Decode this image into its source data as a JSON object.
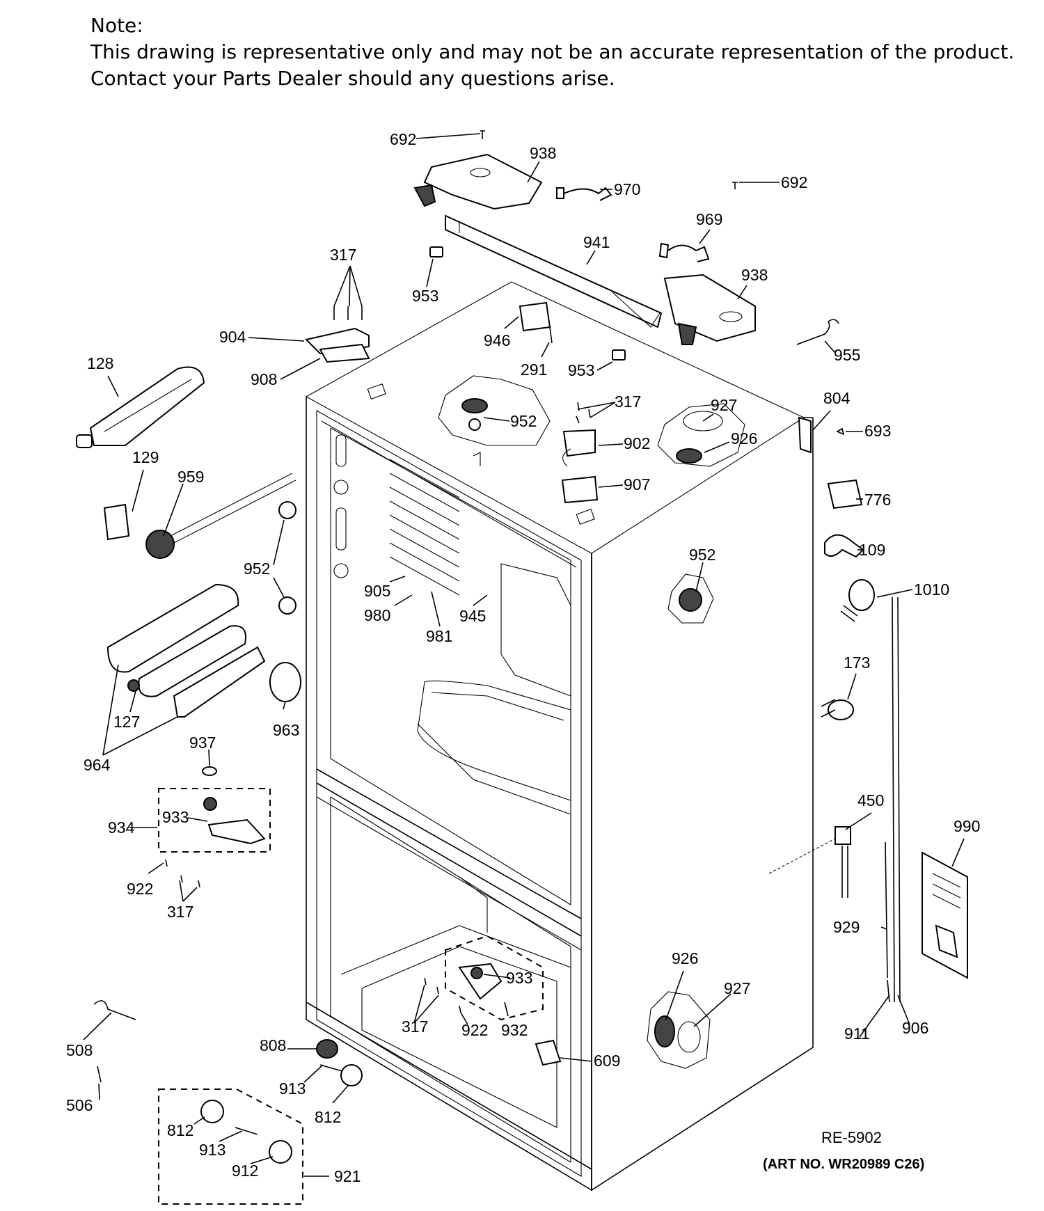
{
  "note": {
    "heading": "Note:",
    "line1": "This drawing is representative only and may not be an accurate representation of the product.",
    "line2": "Contact your Parts Dealer should any questions arise."
  },
  "ref_code": "RE-5902",
  "art_no": "(ART NO. WR20989 C26)",
  "callouts": [
    {
      "id": "l692a",
      "text": "692"
    },
    {
      "id": "l938a",
      "text": "938"
    },
    {
      "id": "l970",
      "text": "970"
    },
    {
      "id": "l692b",
      "text": "692"
    },
    {
      "id": "l969",
      "text": "969"
    },
    {
      "id": "l941",
      "text": "941"
    },
    {
      "id": "l938b",
      "text": "938"
    },
    {
      "id": "l317a",
      "text": "317"
    },
    {
      "id": "l953a",
      "text": "953"
    },
    {
      "id": "l904",
      "text": "904"
    },
    {
      "id": "l946",
      "text": "946"
    },
    {
      "id": "l955",
      "text": "955"
    },
    {
      "id": "l908",
      "text": "908"
    },
    {
      "id": "l291",
      "text": "291"
    },
    {
      "id": "l953b",
      "text": "953"
    },
    {
      "id": "l128",
      "text": "128"
    },
    {
      "id": "l804",
      "text": "804"
    },
    {
      "id": "l317b",
      "text": "317"
    },
    {
      "id": "l927a",
      "text": "927"
    },
    {
      "id": "l952a",
      "text": "952"
    },
    {
      "id": "l693",
      "text": "693"
    },
    {
      "id": "l926a",
      "text": "926"
    },
    {
      "id": "l902",
      "text": "902"
    },
    {
      "id": "l129",
      "text": "129"
    },
    {
      "id": "l959",
      "text": "959"
    },
    {
      "id": "l907",
      "text": "907"
    },
    {
      "id": "l776",
      "text": "776"
    },
    {
      "id": "l109",
      "text": "109"
    },
    {
      "id": "l952b",
      "text": "952"
    },
    {
      "id": "l952c",
      "text": "952"
    },
    {
      "id": "l905",
      "text": "905"
    },
    {
      "id": "l1010",
      "text": "1010"
    },
    {
      "id": "l980",
      "text": "980"
    },
    {
      "id": "l945",
      "text": "945"
    },
    {
      "id": "l981",
      "text": "981"
    },
    {
      "id": "l173",
      "text": "173"
    },
    {
      "id": "l127",
      "text": "127"
    },
    {
      "id": "l963",
      "text": "963"
    },
    {
      "id": "l937",
      "text": "937"
    },
    {
      "id": "l964",
      "text": "964"
    },
    {
      "id": "l450",
      "text": "450"
    },
    {
      "id": "l990",
      "text": "990"
    },
    {
      "id": "l933a",
      "text": "933"
    },
    {
      "id": "l934",
      "text": "934"
    },
    {
      "id": "l922a",
      "text": "922"
    },
    {
      "id": "l317c",
      "text": "317"
    },
    {
      "id": "l929",
      "text": "929"
    },
    {
      "id": "l926b",
      "text": "926"
    },
    {
      "id": "l927b",
      "text": "927"
    },
    {
      "id": "l933b",
      "text": "933"
    },
    {
      "id": "l317d",
      "text": "317"
    },
    {
      "id": "l922b",
      "text": "922"
    },
    {
      "id": "l932",
      "text": "932"
    },
    {
      "id": "l911",
      "text": "911"
    },
    {
      "id": "l906",
      "text": "906"
    },
    {
      "id": "l508",
      "text": "508"
    },
    {
      "id": "l808",
      "text": "808"
    },
    {
      "id": "l609",
      "text": "609"
    },
    {
      "id": "l506",
      "text": "506"
    },
    {
      "id": "l913a",
      "text": "913"
    },
    {
      "id": "l812a",
      "text": "812"
    },
    {
      "id": "l812b",
      "text": "812"
    },
    {
      "id": "l913b",
      "text": "913"
    },
    {
      "id": "l912",
      "text": "912"
    },
    {
      "id": "l921",
      "text": "921"
    }
  ]
}
